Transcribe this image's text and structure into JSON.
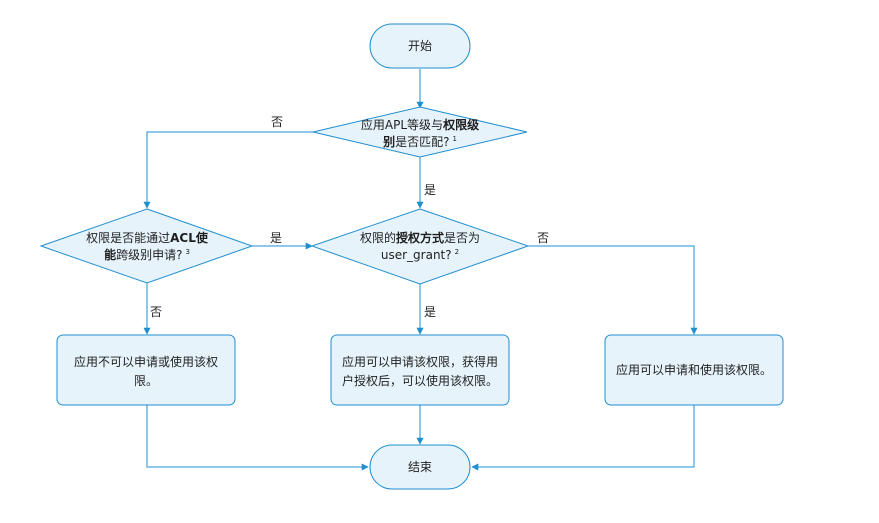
{
  "colors": {
    "node_fill": "#e6f3fb",
    "node_stroke": "#1f8fd0",
    "edge": "#1f8fd0",
    "text": "#1f1f1f"
  },
  "nodes": {
    "start": {
      "label": "开始"
    },
    "decision1": {
      "line1_a": "应用APL等级与",
      "line1_b": "权限级",
      "line2_a": "别",
      "line2_b": "是否匹配?",
      "note": "1"
    },
    "decision2": {
      "line1_a": "权限的",
      "line1_b": "授权方式",
      "line1_c": "是否为",
      "line2_a": "user_grant?",
      "note": "2"
    },
    "decision3": {
      "line1_a": "权限是否能通过",
      "line1_b": "ACL使",
      "line2_a": "能",
      "line2_b": "跨级别申请?",
      "note": "3"
    },
    "result_denied": {
      "line1": "应用不可以申请或使用该权",
      "line2": "限。"
    },
    "result_user_grant": {
      "line1": "应用可以申请该权限，获得用",
      "line2": "户授权后，可以使用该权限。"
    },
    "result_system_grant": {
      "line1": "应用可以申请和使用该权限。"
    },
    "end": {
      "label": "结束"
    }
  },
  "edges": {
    "d1_no": "否",
    "d1_yes": "是",
    "d2_no": "否",
    "d2_yes": "是",
    "d3_yes": "是",
    "d3_no": "否"
  }
}
